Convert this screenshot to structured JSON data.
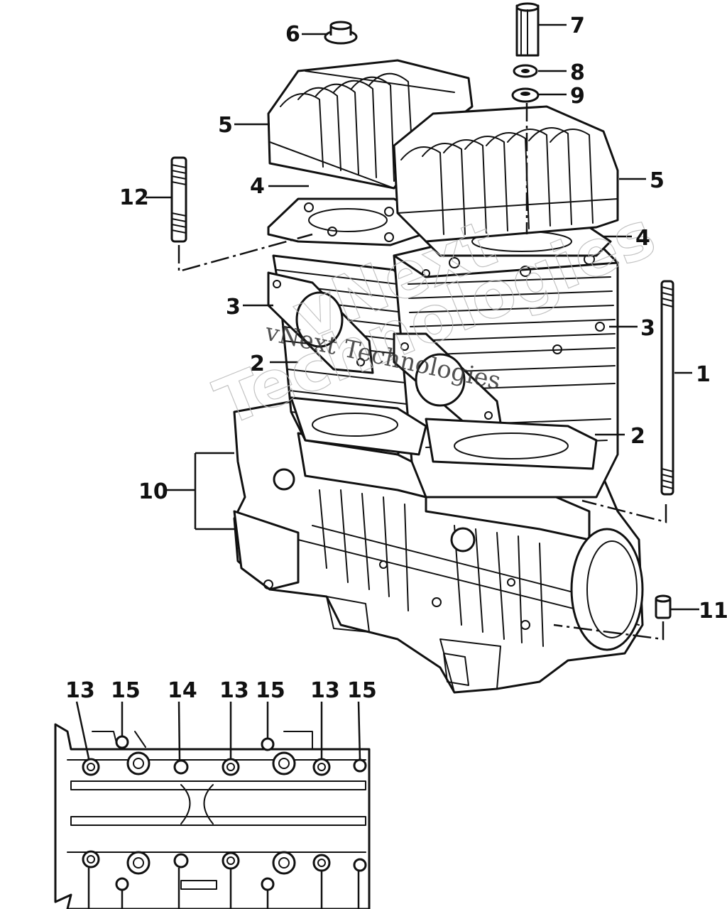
{
  "watermark": {
    "large_line1": "vNext",
    "large_line2": "Technologies",
    "small": "vNext Technologies"
  },
  "callouts": {
    "c1": "1",
    "c2a": "2",
    "c2b": "2",
    "c3a": "3",
    "c3b": "3",
    "c4a": "4",
    "c4b": "4",
    "c5a": "5",
    "c5b": "5",
    "c6": "6",
    "c7": "7",
    "c8": "8",
    "c9": "9",
    "c10": "10",
    "c11": "11",
    "c12": "12",
    "c13a": "13",
    "c13b": "13",
    "c13c": "13",
    "c14": "14",
    "c15a": "15",
    "c15b": "15",
    "c15c": "15"
  }
}
